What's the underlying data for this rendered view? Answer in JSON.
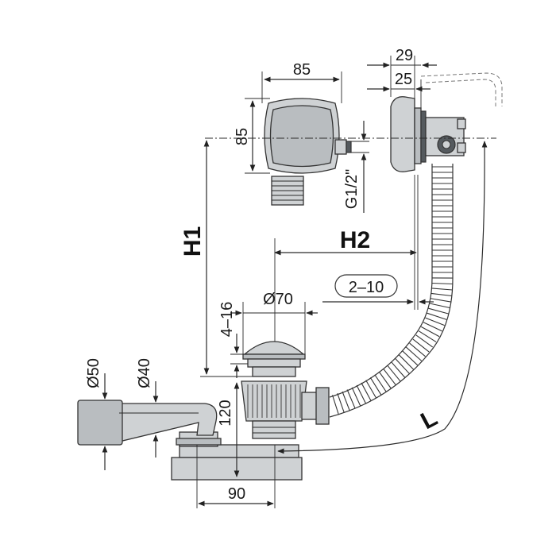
{
  "dimensions": {
    "overflow_width": "85",
    "overflow_height": "85",
    "thread": "G1/2\"",
    "h1": "H1",
    "h2": "H2",
    "wall_range": "2–10",
    "drain_diameter": "Ø70",
    "drain_gap": "4–16",
    "pipe_outer": "Ø50",
    "pipe_inner": "Ø40",
    "trap_height": "120",
    "trap_width": "90",
    "length": "L",
    "flange_outer": "29",
    "flange_inner": "25"
  }
}
